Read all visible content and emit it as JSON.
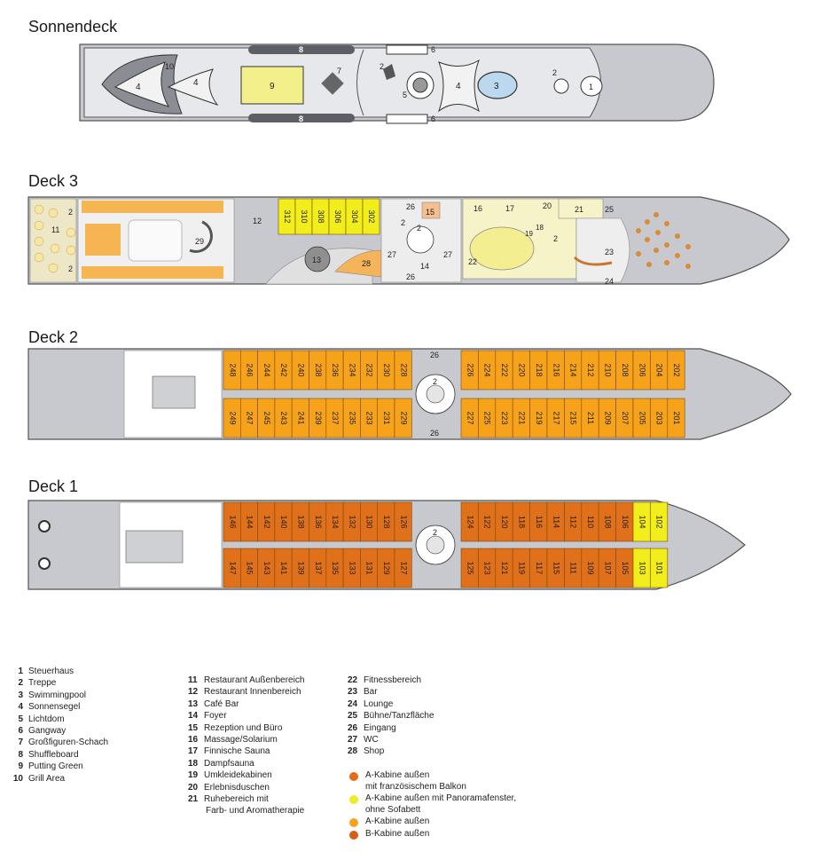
{
  "decks": {
    "sun": {
      "title": "Sonnendeck"
    },
    "d3": {
      "title": "Deck 3"
    },
    "d2": {
      "title": "Deck 2"
    },
    "d1": {
      "title": "Deck 1"
    }
  },
  "colors": {
    "hull": "#c8c9ce",
    "floor": "#e6e7ea",
    "cabin_orange": "#f6a21b",
    "cabin_darkorange": "#e0701a",
    "cabin_yellow": "#f2ee1b",
    "cabin_lightyellow": "#f3f6a2",
    "cream": "#f7f3c9",
    "key_balcony": "#e26b1c",
    "key_panorama": "#ecec2a",
    "key_outside": "#f5a31d",
    "key_b": "#d65e18"
  },
  "sun_labels": {
    "l1": "1",
    "l2a": "2",
    "l2b": "2",
    "l3": "3",
    "l4a": "4",
    "l4b": "4",
    "l4c": "4",
    "l5": "5",
    "l6a": "6",
    "l6b": "6",
    "l7": "7",
    "l8a": "8",
    "l8b": "8",
    "l9": "9",
    "l10": "10"
  },
  "deck3": {
    "cabins": [
      "312",
      "310",
      "308",
      "306",
      "304",
      "302"
    ],
    "labels": {
      "l2a": "2",
      "l2b": "2",
      "l2c": "2",
      "l2d": "2",
      "l2e": "2",
      "l2f": "2",
      "l11": "11",
      "l12": "12",
      "l13": "13",
      "l14": "14",
      "l15": "15",
      "l16": "16",
      "l17": "17",
      "l18": "18",
      "l19": "19",
      "l20": "20",
      "l21": "21",
      "l22": "22",
      "l23": "23",
      "l24": "24",
      "l25": "25",
      "l26a": "26",
      "l26b": "26",
      "l27a": "27",
      "l27b": "27",
      "l28": "28",
      "l29": "29"
    }
  },
  "deck2": {
    "aft_top": [
      "248",
      "246",
      "244",
      "242",
      "240",
      "238",
      "236",
      "234",
      "232",
      "230",
      "228"
    ],
    "aft_bottom": [
      "249",
      "247",
      "245",
      "243",
      "241",
      "239",
      "237",
      "235",
      "233",
      "231",
      "229"
    ],
    "fwd_top": [
      "226",
      "224",
      "222",
      "220",
      "218",
      "216",
      "214",
      "212",
      "210",
      "208",
      "206",
      "204",
      "202"
    ],
    "fwd_bottom": [
      "227",
      "225",
      "223",
      "221",
      "219",
      "217",
      "215",
      "211",
      "209",
      "207",
      "205",
      "203",
      "201"
    ],
    "labels": {
      "l26a": "26",
      "l26b": "26",
      "l2": "2"
    }
  },
  "deck1": {
    "aft_top": [
      "146",
      "144",
      "142",
      "140",
      "138",
      "136",
      "134",
      "132",
      "130",
      "128",
      "126"
    ],
    "aft_bottom": [
      "147",
      "145",
      "143",
      "141",
      "139",
      "137",
      "135",
      "133",
      "131",
      "129",
      "127"
    ],
    "fwd_top": [
      "124",
      "122",
      "120",
      "118",
      "116",
      "114",
      "112",
      "110",
      "108",
      "106",
      "104",
      "102"
    ],
    "fwd_bottom": [
      "125",
      "123",
      "121",
      "119",
      "117",
      "115",
      "111",
      "109",
      "107",
      "105",
      "103",
      "101"
    ],
    "labels": {
      "l2": "2"
    }
  },
  "legend_col1": [
    {
      "n": "1",
      "t": "Steuerhaus"
    },
    {
      "n": "2",
      "t": "Treppe"
    },
    {
      "n": "3",
      "t": "Swimmingpool"
    },
    {
      "n": "4",
      "t": "Sonnensegel"
    },
    {
      "n": "5",
      "t": "Lichtdom"
    },
    {
      "n": "6",
      "t": "Gangway"
    },
    {
      "n": "7",
      "t": "Großfiguren-Schach"
    },
    {
      "n": "8",
      "t": "Shuffleboard"
    },
    {
      "n": "9",
      "t": "Putting Green"
    },
    {
      "n": "10",
      "t": "Grill Area"
    }
  ],
  "legend_col2": [
    {
      "n": "11",
      "t": "Restaurant Außenbereich"
    },
    {
      "n": "12",
      "t": "Restaurant Innenbereich"
    },
    {
      "n": "13",
      "t": "Café Bar"
    },
    {
      "n": "14",
      "t": "Foyer"
    },
    {
      "n": "15",
      "t": "Rezeption und Büro"
    },
    {
      "n": "16",
      "t": "Massage/Solarium"
    },
    {
      "n": "17",
      "t": "Finnische Sauna"
    },
    {
      "n": "18",
      "t": "Dampfsauna"
    },
    {
      "n": "19",
      "t": "Umkleidekabinen"
    },
    {
      "n": "20",
      "t": "Erlebnisduschen"
    },
    {
      "n": "21",
      "t": "Ruhebereich mit"
    }
  ],
  "legend_col2_cont": "Farb- und Aromatherapie",
  "legend_col3": [
    {
      "n": "22",
      "t": "Fitnessbereich"
    },
    {
      "n": "23",
      "t": "Bar"
    },
    {
      "n": "24",
      "t": "Lounge"
    },
    {
      "n": "25",
      "t": "Bühne/Tanzfläche"
    },
    {
      "n": "26",
      "t": "Eingang"
    },
    {
      "n": "27",
      "t": "WC"
    },
    {
      "n": "28",
      "t": "Shop"
    }
  ],
  "key": [
    {
      "line1": "A-Kabine außen",
      "line2": "mit französischem Balkon",
      "color": "#e26b1c"
    },
    {
      "line1": "A-Kabine außen mit Panoramafenster,",
      "line2": "ohne Sofabett",
      "color": "#ecec2a"
    },
    {
      "line1": "A-Kabine außen",
      "line2": "",
      "color": "#f5a31d"
    },
    {
      "line1": "B-Kabine außen",
      "line2": "",
      "color": "#d65e18"
    }
  ]
}
